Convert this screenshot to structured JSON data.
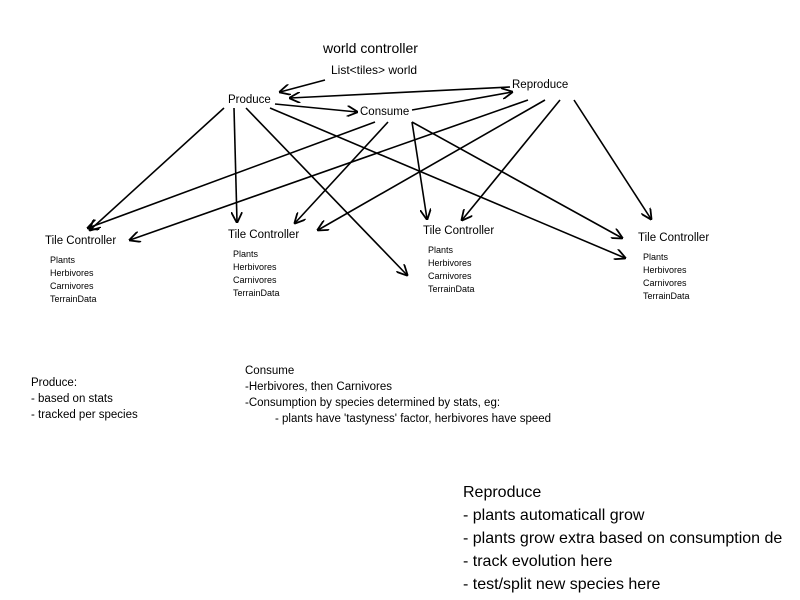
{
  "title": "world controller",
  "world_list": "List<tiles> world",
  "nodes": {
    "produce": "Produce",
    "consume": "Consume",
    "reproduce": "Reproduce"
  },
  "tile_controller_label": "Tile Controller",
  "tile_items": [
    "Plants",
    "Herbivores",
    "Carnivores",
    "TerrainData"
  ],
  "notes": {
    "produce": {
      "heading": "Produce:",
      "lines": [
        "- based on stats",
        "- tracked per species"
      ]
    },
    "consume": {
      "heading": "Consume",
      "lines": [
        "-Herbivores, then Carnivores",
        "-Consumption by species determined by stats, eg:",
        "- plants have 'tastyness' factor, herbivores have speed"
      ]
    },
    "reproduce": {
      "heading": "Reproduce",
      "lines": [
        "- plants automaticall grow",
        "- plants grow extra based on consumption de",
        "- track evolution here",
        "- test/split new species here"
      ]
    }
  }
}
